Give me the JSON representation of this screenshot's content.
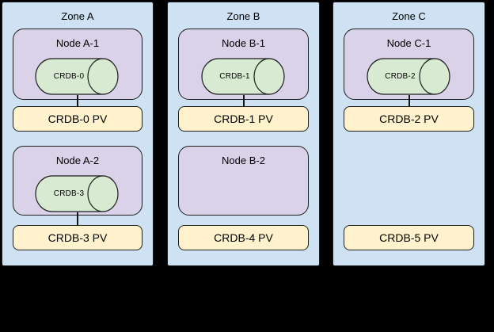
{
  "colors": {
    "canvas_background": "#000000",
    "zone_fill": "#cfe2f3",
    "node_fill": "#d9d2e9",
    "cylinder_fill": "#d9ead3",
    "pv_fill": "#fff2cc",
    "border": "#1c1c1c",
    "text": "#000000"
  },
  "zones": [
    {
      "title": "Zone A",
      "nodes": [
        {
          "title": "Node A-1",
          "pod": "CRDB-0"
        },
        {
          "title": "Node A-2",
          "pod": "CRDB-3"
        }
      ],
      "pvs": [
        "CRDB-0 PV",
        "CRDB-3 PV"
      ]
    },
    {
      "title": "Zone B",
      "nodes": [
        {
          "title": "Node B-1",
          "pod": "CRDB-1"
        },
        {
          "title": "Node B-2"
        }
      ],
      "pvs": [
        "CRDB-1 PV",
        "CRDB-4 PV"
      ]
    },
    {
      "title": "Zone C",
      "nodes": [
        {
          "title": "Node C-1",
          "pod": "CRDB-2"
        }
      ],
      "pvs": [
        "CRDB-2 PV",
        "CRDB-5 PV"
      ]
    }
  ]
}
